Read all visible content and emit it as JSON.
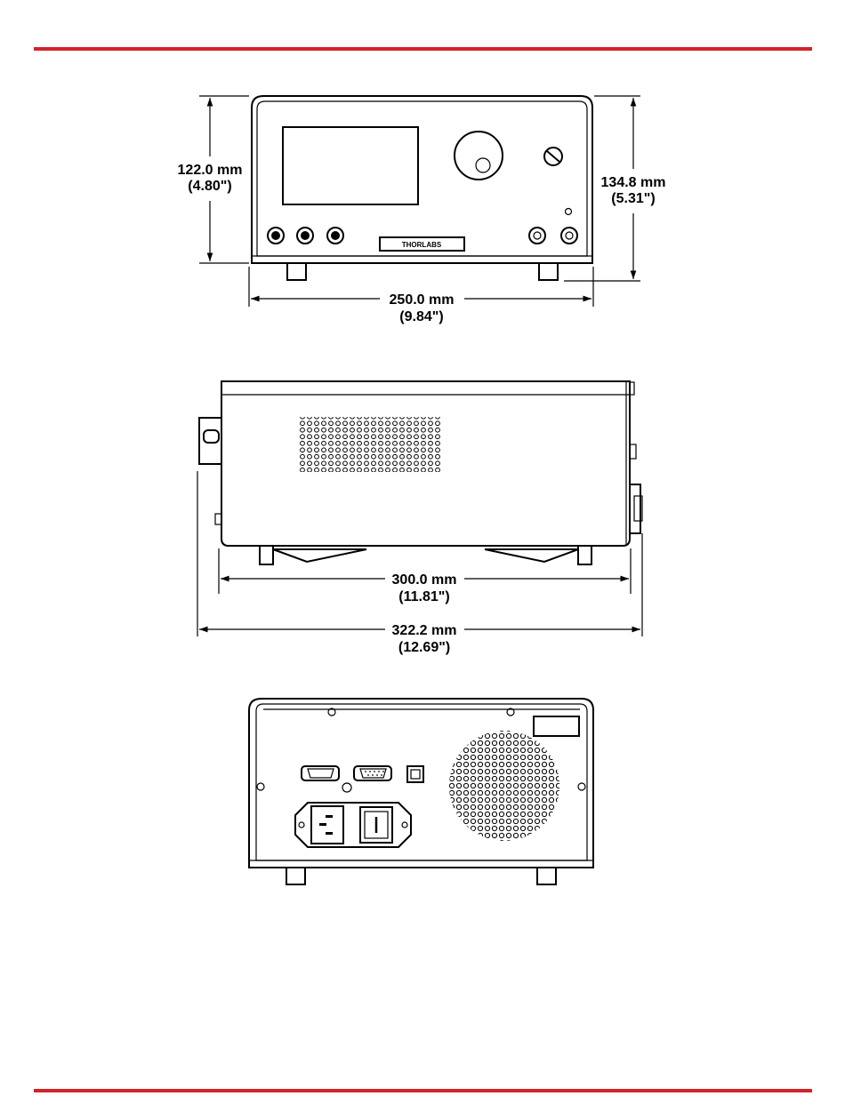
{
  "brand": {
    "accent_color": "#d2232a",
    "logo_text": "THORLABS"
  },
  "front_view": {
    "height_panel": {
      "mm": "122.0 mm",
      "in": "(4.80\")"
    },
    "height_total": {
      "mm": "134.8 mm",
      "in": "(5.31\")"
    },
    "width": {
      "mm": "250.0 mm",
      "in": "(9.84\")"
    }
  },
  "side_view": {
    "depth_body": {
      "mm": "300.0 mm",
      "in": "(11.81\")"
    },
    "depth_total": {
      "mm": "322.2 mm",
      "in": "(12.69\")"
    }
  }
}
